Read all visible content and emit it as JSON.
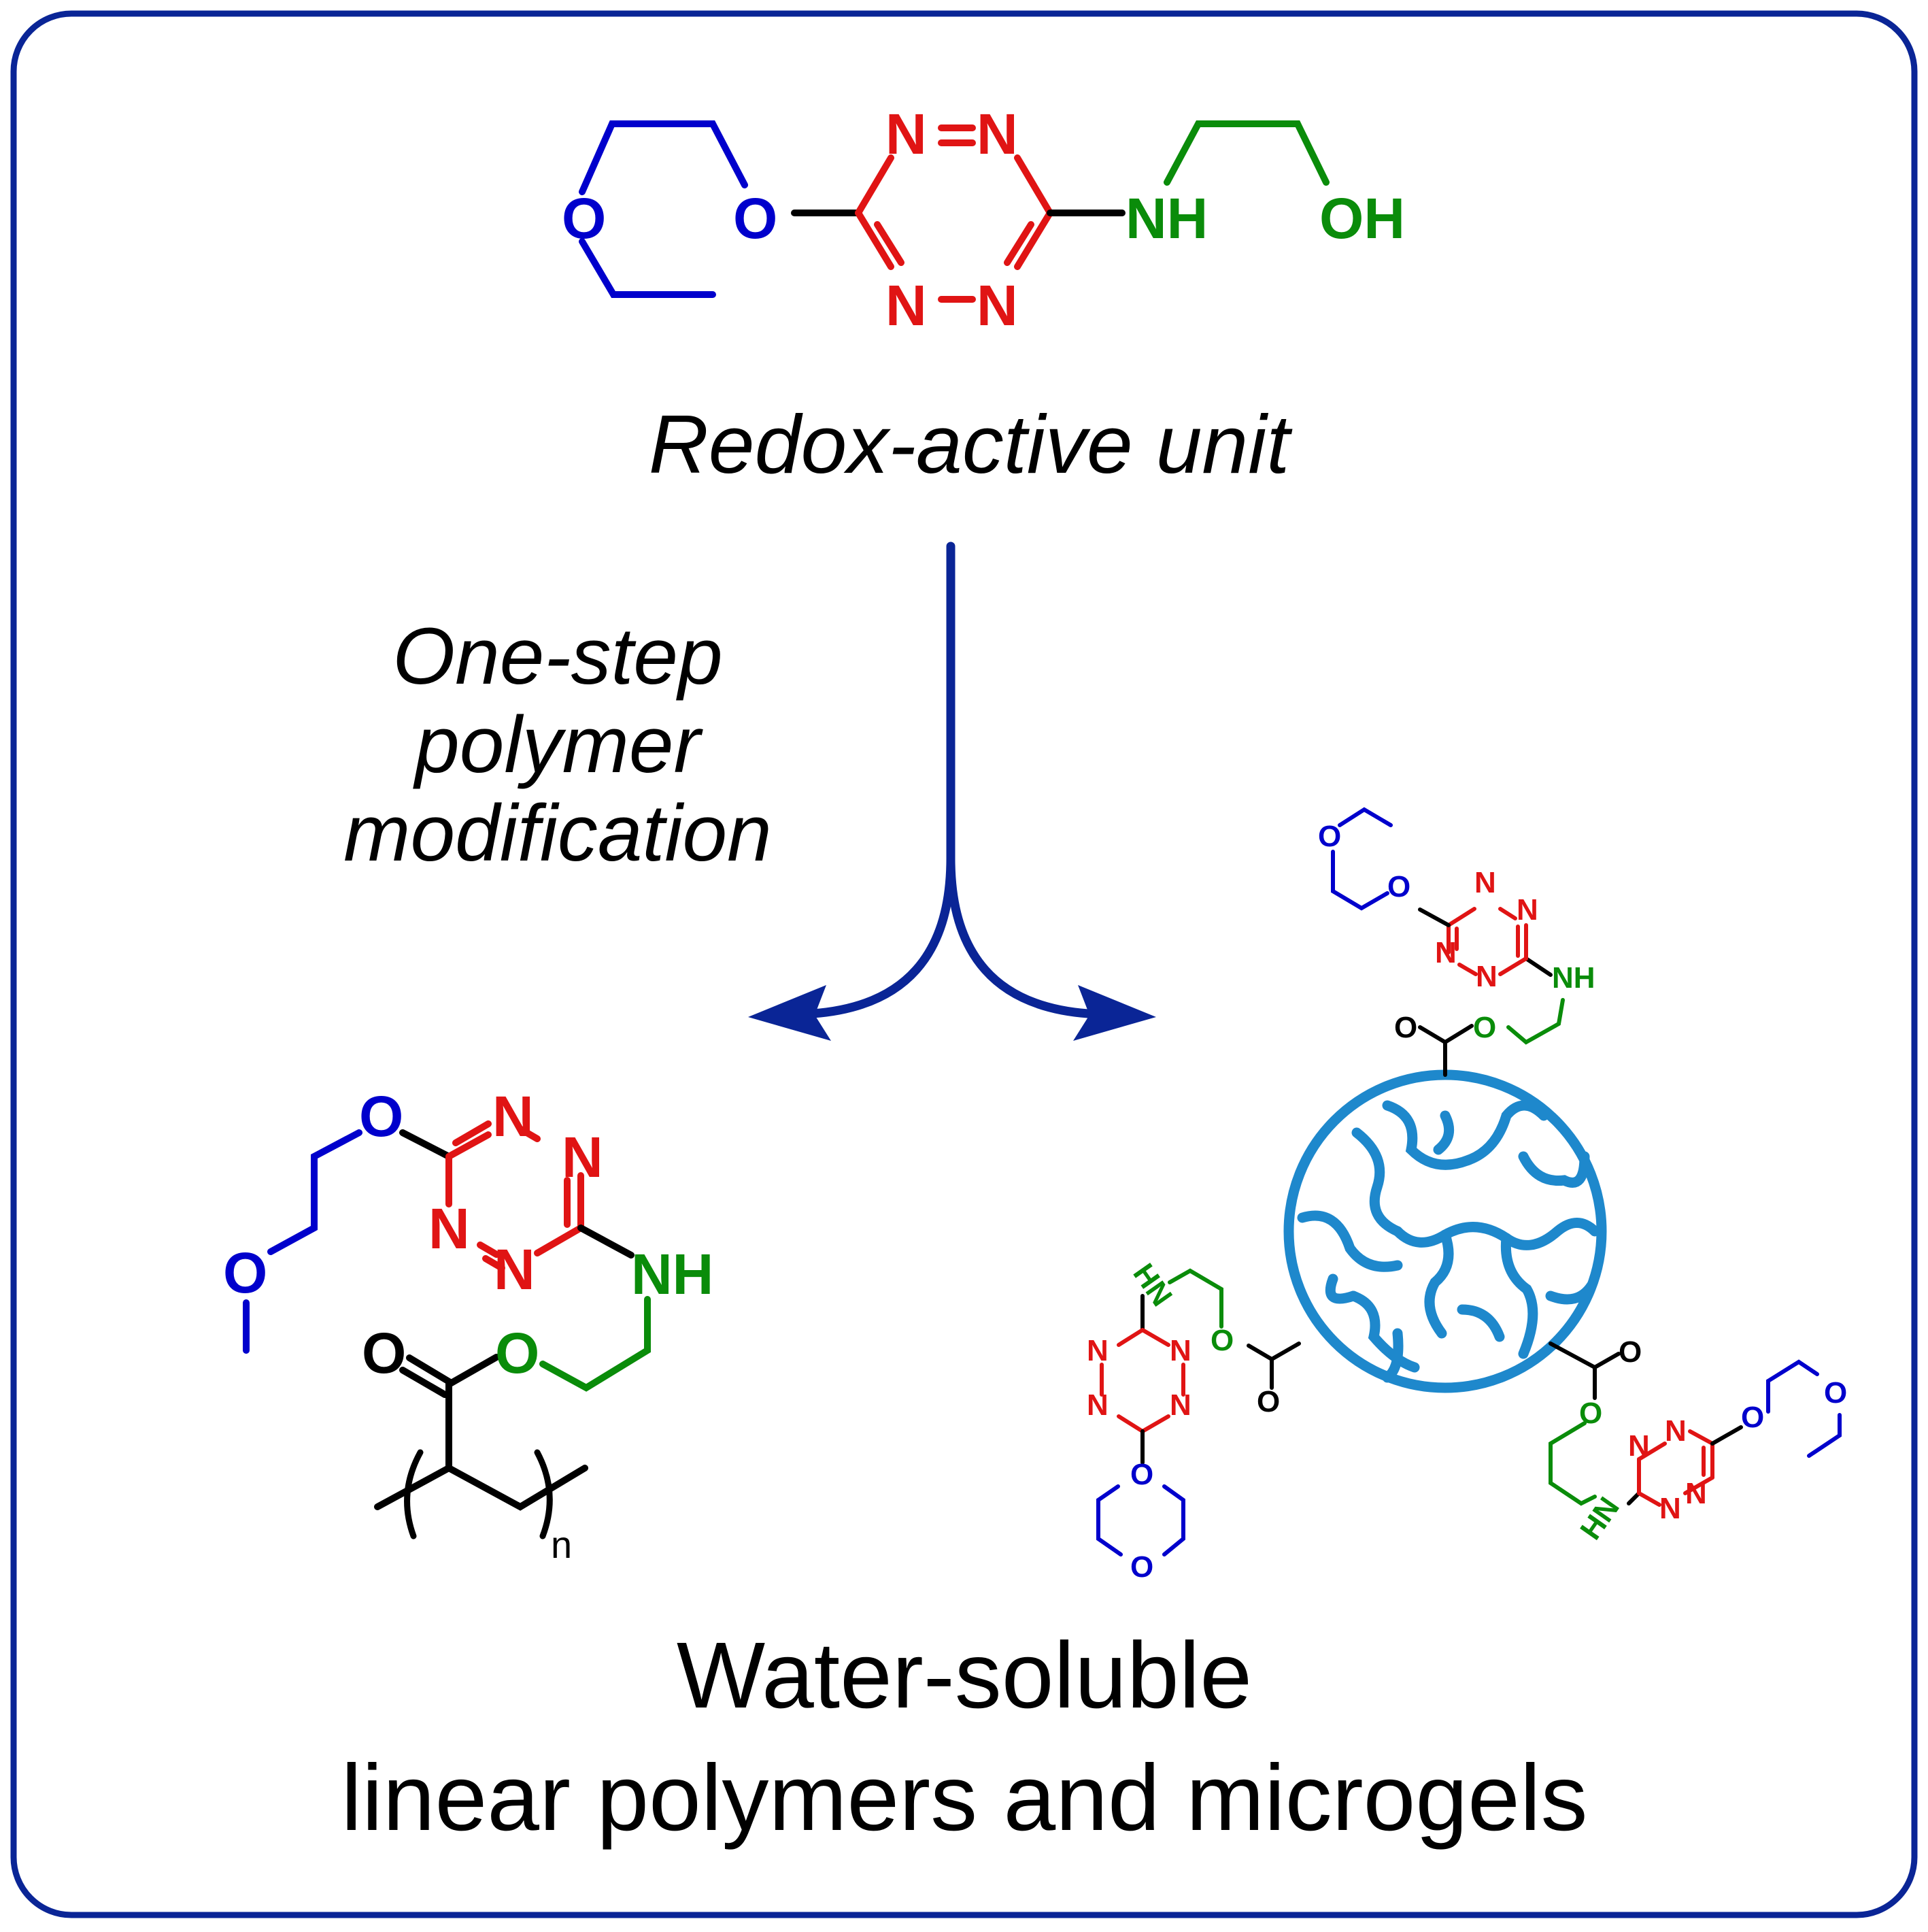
{
  "colors": {
    "frame": "#0a2596",
    "ether": "#0000cc",
    "tetrazine": "#e01414",
    "linker": "#0a8c0a",
    "backbone": "#000000",
    "microgel": "#1e88cc",
    "arrow": "#0a2596"
  },
  "captions": {
    "redox_unit": "Redox-active unit",
    "step_line1": "One-step",
    "step_line2": "polymer",
    "step_line3": "modification",
    "result_line1": "Water-soluble",
    "result_line2": "linear polymers and microgels"
  },
  "atoms": {
    "N": "N",
    "O": "O",
    "NH": "NH",
    "HN": "HN",
    "OH": "OH",
    "n": "n"
  },
  "icons": {
    "microgel": "microgel-network-icon",
    "arrow": "branching-arrow-icon"
  }
}
